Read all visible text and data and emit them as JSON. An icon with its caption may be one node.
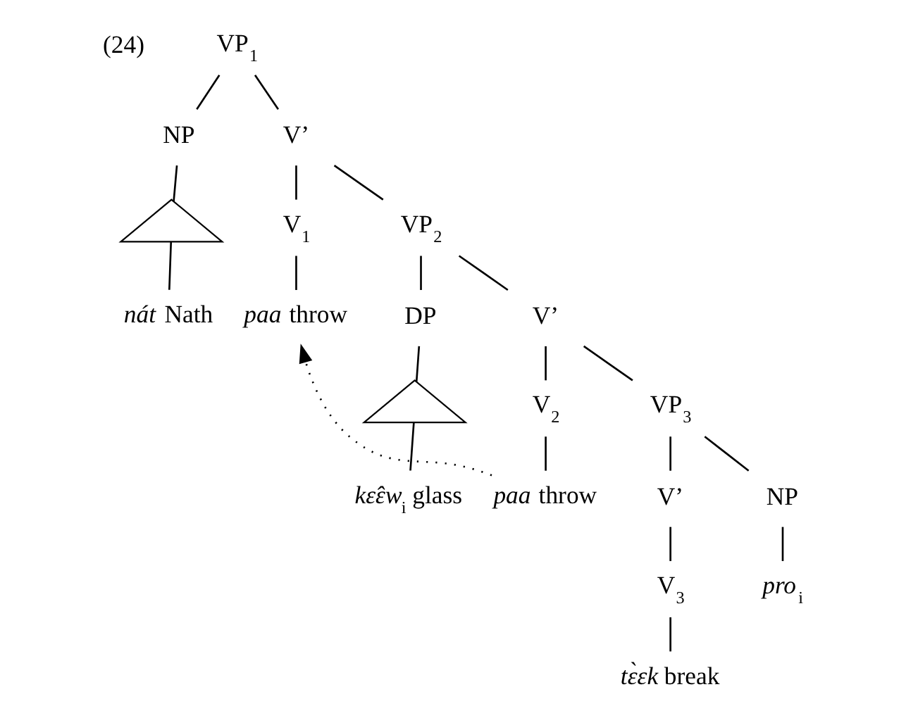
{
  "diagram": {
    "nodes": [
      {
        "text": [
          "VP$_{1}$"
        ]
      },
      {
        "text": [
          "NP"
        ]
      },
      {
        "text": [],
        "shape": "triangle"
      },
      {
        "text": [
          "*nát* Nath"
        ]
      },
      {
        "text": [
          "V’"
        ]
      },
      {
        "text": [
          "V$_{1}$"
        ]
      },
      {
        "text": [
          "*paa* throw"
        ]
      },
      {
        "text": [
          "VP$_{2}$"
        ]
      },
      {
        "text": [
          "DP"
        ]
      },
      {
        "text": [],
        "shape": "triangle"
      },
      {
        "text": [
          "*kɛ̂ɛw*$_{i}$ glass"
        ]
      },
      {
        "text": [
          "V’"
        ]
      },
      {
        "text": [
          "V$_{2}$"
        ]
      },
      {
        "text": [
          "*paa* throw"
        ]
      },
      {
        "text": [
          "VP$_{3}$"
        ]
      },
      {
        "text": [
          "V’"
        ]
      },
      {
        "text": [
          "NP"
        ]
      },
      {
        "text": [
          "V$_{3}$"
        ]
      },
      {
        "text": [
          "*pro*$_{i}$"
        ]
      },
      {
        "text": [
          "*tɛ̀ɛk* break"
        ]
      }
    ],
    "edges": [
      {
        "from": 0,
        "to": 1,
        "arrow": "none"
      },
      {
        "from": 0,
        "to": 4,
        "arrow": "none"
      },
      {
        "from": 1,
        "to": 2,
        "arrow": "none"
      },
      {
        "from": 2,
        "to": 3,
        "arrow": "none"
      },
      {
        "from": 4,
        "to": 5,
        "arrow": "none"
      },
      {
        "from": 4,
        "to": 7,
        "arrow": "none"
      },
      {
        "from": 5,
        "to": 6,
        "arrow": "none"
      },
      {
        "from": 7,
        "to": 8,
        "arrow": "none"
      },
      {
        "from": 7,
        "to": 11,
        "arrow": "none"
      },
      {
        "from": 8,
        "to": 9,
        "arrow": "none"
      },
      {
        "from": 9,
        "to": 10,
        "arrow": "none"
      },
      {
        "from": 11,
        "to": 12,
        "arrow": "none"
      },
      {
        "from": 11,
        "to": 14,
        "arrow": "none"
      },
      {
        "from": 12,
        "to": 13,
        "arrow": "none"
      },
      {
        "from": 14,
        "to": 15,
        "arrow": "none"
      },
      {
        "from": 14,
        "to": 16,
        "arrow": "none"
      },
      {
        "from": 15,
        "to": 17,
        "arrow": "none"
      },
      {
        "from": 16,
        "to": 18,
        "arrow": "none"
      },
      {
        "from": 17,
        "to": 19,
        "arrow": "none"
      },
      {
        "from": 13,
        "to": 6,
        "arrow": "to",
        "style": "dashed"
      }
    ],
    "labels": [
      "(24)"
    ]
  }
}
